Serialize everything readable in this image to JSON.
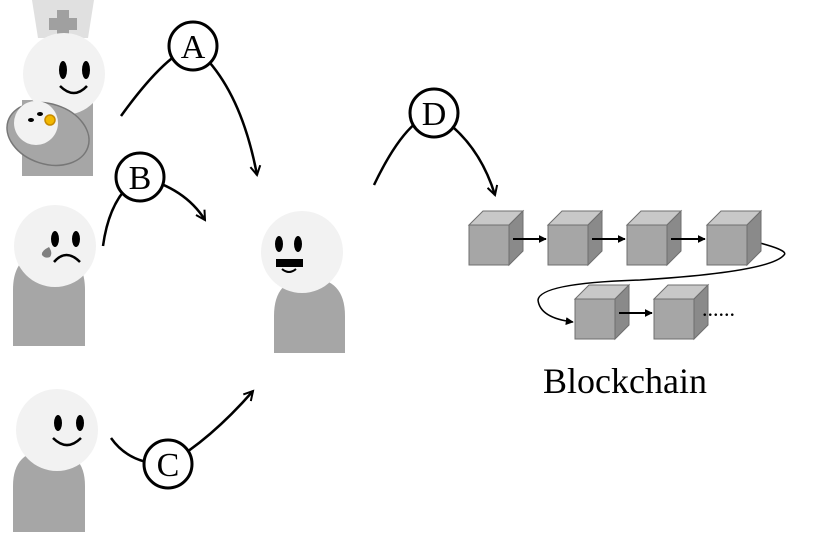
{
  "labels": {
    "a": "A",
    "b": "B",
    "c": "C",
    "d": "D"
  },
  "caption": "Blockchain",
  "ellipsis": "......",
  "colors": {
    "person_body": "#a6a6a6",
    "person_head": "#f2f2f2",
    "block_front": "#a6a6a6",
    "block_top": "#c8c8c8",
    "block_side": "#8a8a8a",
    "badge": "#f2b800"
  }
}
